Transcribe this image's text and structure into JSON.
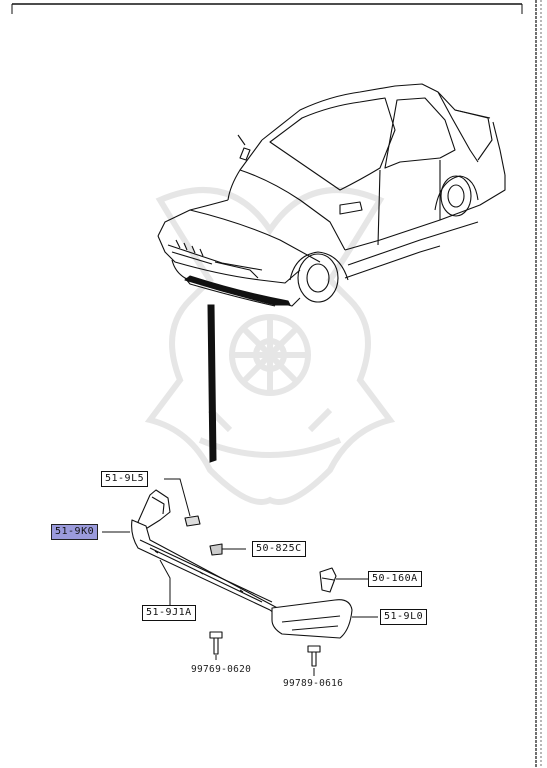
{
  "callouts": {
    "c1": "51-9L5",
    "c2": "51-9K0",
    "c3": "50-825C",
    "c4": "50-160A",
    "c5": "51-9J1A",
    "c6": "51-9L0"
  },
  "part_numbers": {
    "p1": "99769-0620",
    "p2": "99789-0616"
  },
  "colors": {
    "line": "#111111",
    "selected_highlight": "#9b9bdc",
    "watermark": "#e8e8e8"
  }
}
